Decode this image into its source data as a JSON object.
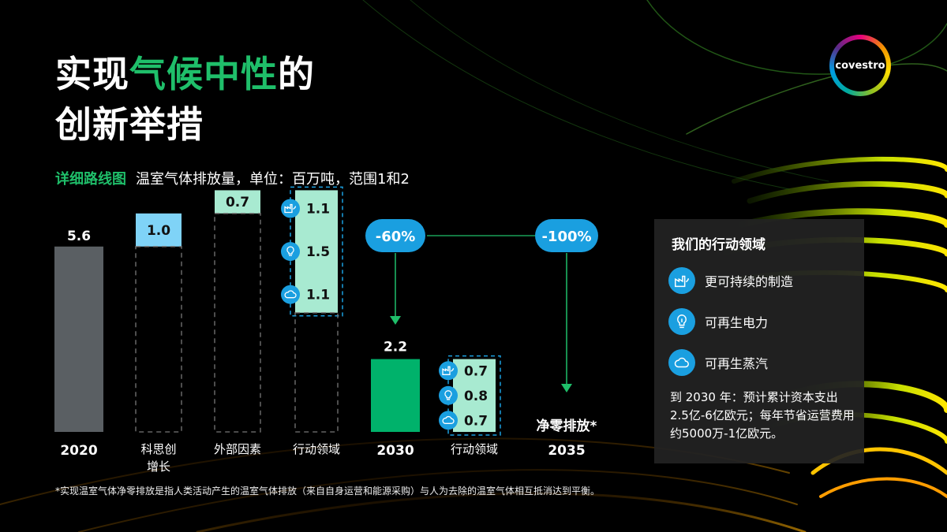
{
  "title": {
    "part1": "实现",
    "highlight": "气候中性",
    "part2": "的",
    "line2": "创新举措"
  },
  "subtitle": {
    "lead": "详细路线图",
    "text": "温室气体排放量，单位：百万吨，范围1和2"
  },
  "logo": {
    "text": "covestro"
  },
  "colors": {
    "bar_gray": "#5a5f63",
    "bar_green": "#00b26b",
    "blue_light": "#7fd3f7",
    "mint": "#a8ead1",
    "accent_blue": "#1a9fe0",
    "accent_green": "#1fbf6a"
  },
  "chart_data": {
    "type": "bar",
    "subtype": "waterfall",
    "categories": [
      "2020",
      "科思创\n增长",
      "外部因素",
      "行动领域",
      "2030",
      "行动领域",
      "2035"
    ],
    "steps": [
      {
        "category": "2020",
        "kind": "total",
        "value": 5.6,
        "label": "5.6"
      },
      {
        "category": "科思创增长",
        "kind": "increase",
        "value": 1.0,
        "label": "1.0"
      },
      {
        "category": "外部因素",
        "kind": "increase",
        "value": 0.7,
        "label": "0.7"
      },
      {
        "category": "行动领域",
        "kind": "decrease",
        "parts": [
          {
            "icon": "factory-icon",
            "value": 1.1,
            "label": "1.1"
          },
          {
            "icon": "lightbulb-icon",
            "value": 1.5,
            "label": "1.5"
          },
          {
            "icon": "cloud-icon",
            "value": 1.1,
            "label": "1.1"
          }
        ]
      },
      {
        "category": "2030",
        "kind": "total",
        "value": 2.2,
        "label": "2.2"
      },
      {
        "category": "行动领域",
        "kind": "decrease",
        "parts": [
          {
            "icon": "factory-icon",
            "value": 0.7,
            "label": "0.7"
          },
          {
            "icon": "lightbulb-icon",
            "value": 0.8,
            "label": "0.8"
          },
          {
            "icon": "cloud-icon",
            "value": 0.7,
            "label": "0.7"
          }
        ]
      },
      {
        "category": "2035",
        "kind": "total",
        "value": 0,
        "label": "净零排放*"
      }
    ],
    "annotations": [
      {
        "text": "-60%",
        "target": "2030"
      },
      {
        "text": "-100%",
        "target": "2035"
      }
    ]
  },
  "panel": {
    "title": "我们的行动领域",
    "items": [
      {
        "icon": "factory-icon",
        "label": "更可持续的制造"
      },
      {
        "icon": "lightbulb-icon",
        "label": "可再生电力"
      },
      {
        "icon": "cloud-icon",
        "label": "可再生蒸汽"
      }
    ],
    "note": "到 2030 年：预计累计资本支出 2.5亿-6亿欧元；每年节省运营费用约5000万-1亿欧元。"
  },
  "footnote": "*实现温室气体净零排放是指人类活动产生的温室气体排放（来自自身运营和能源采购）与人为去除的温室气体相互抵消达到平衡。"
}
